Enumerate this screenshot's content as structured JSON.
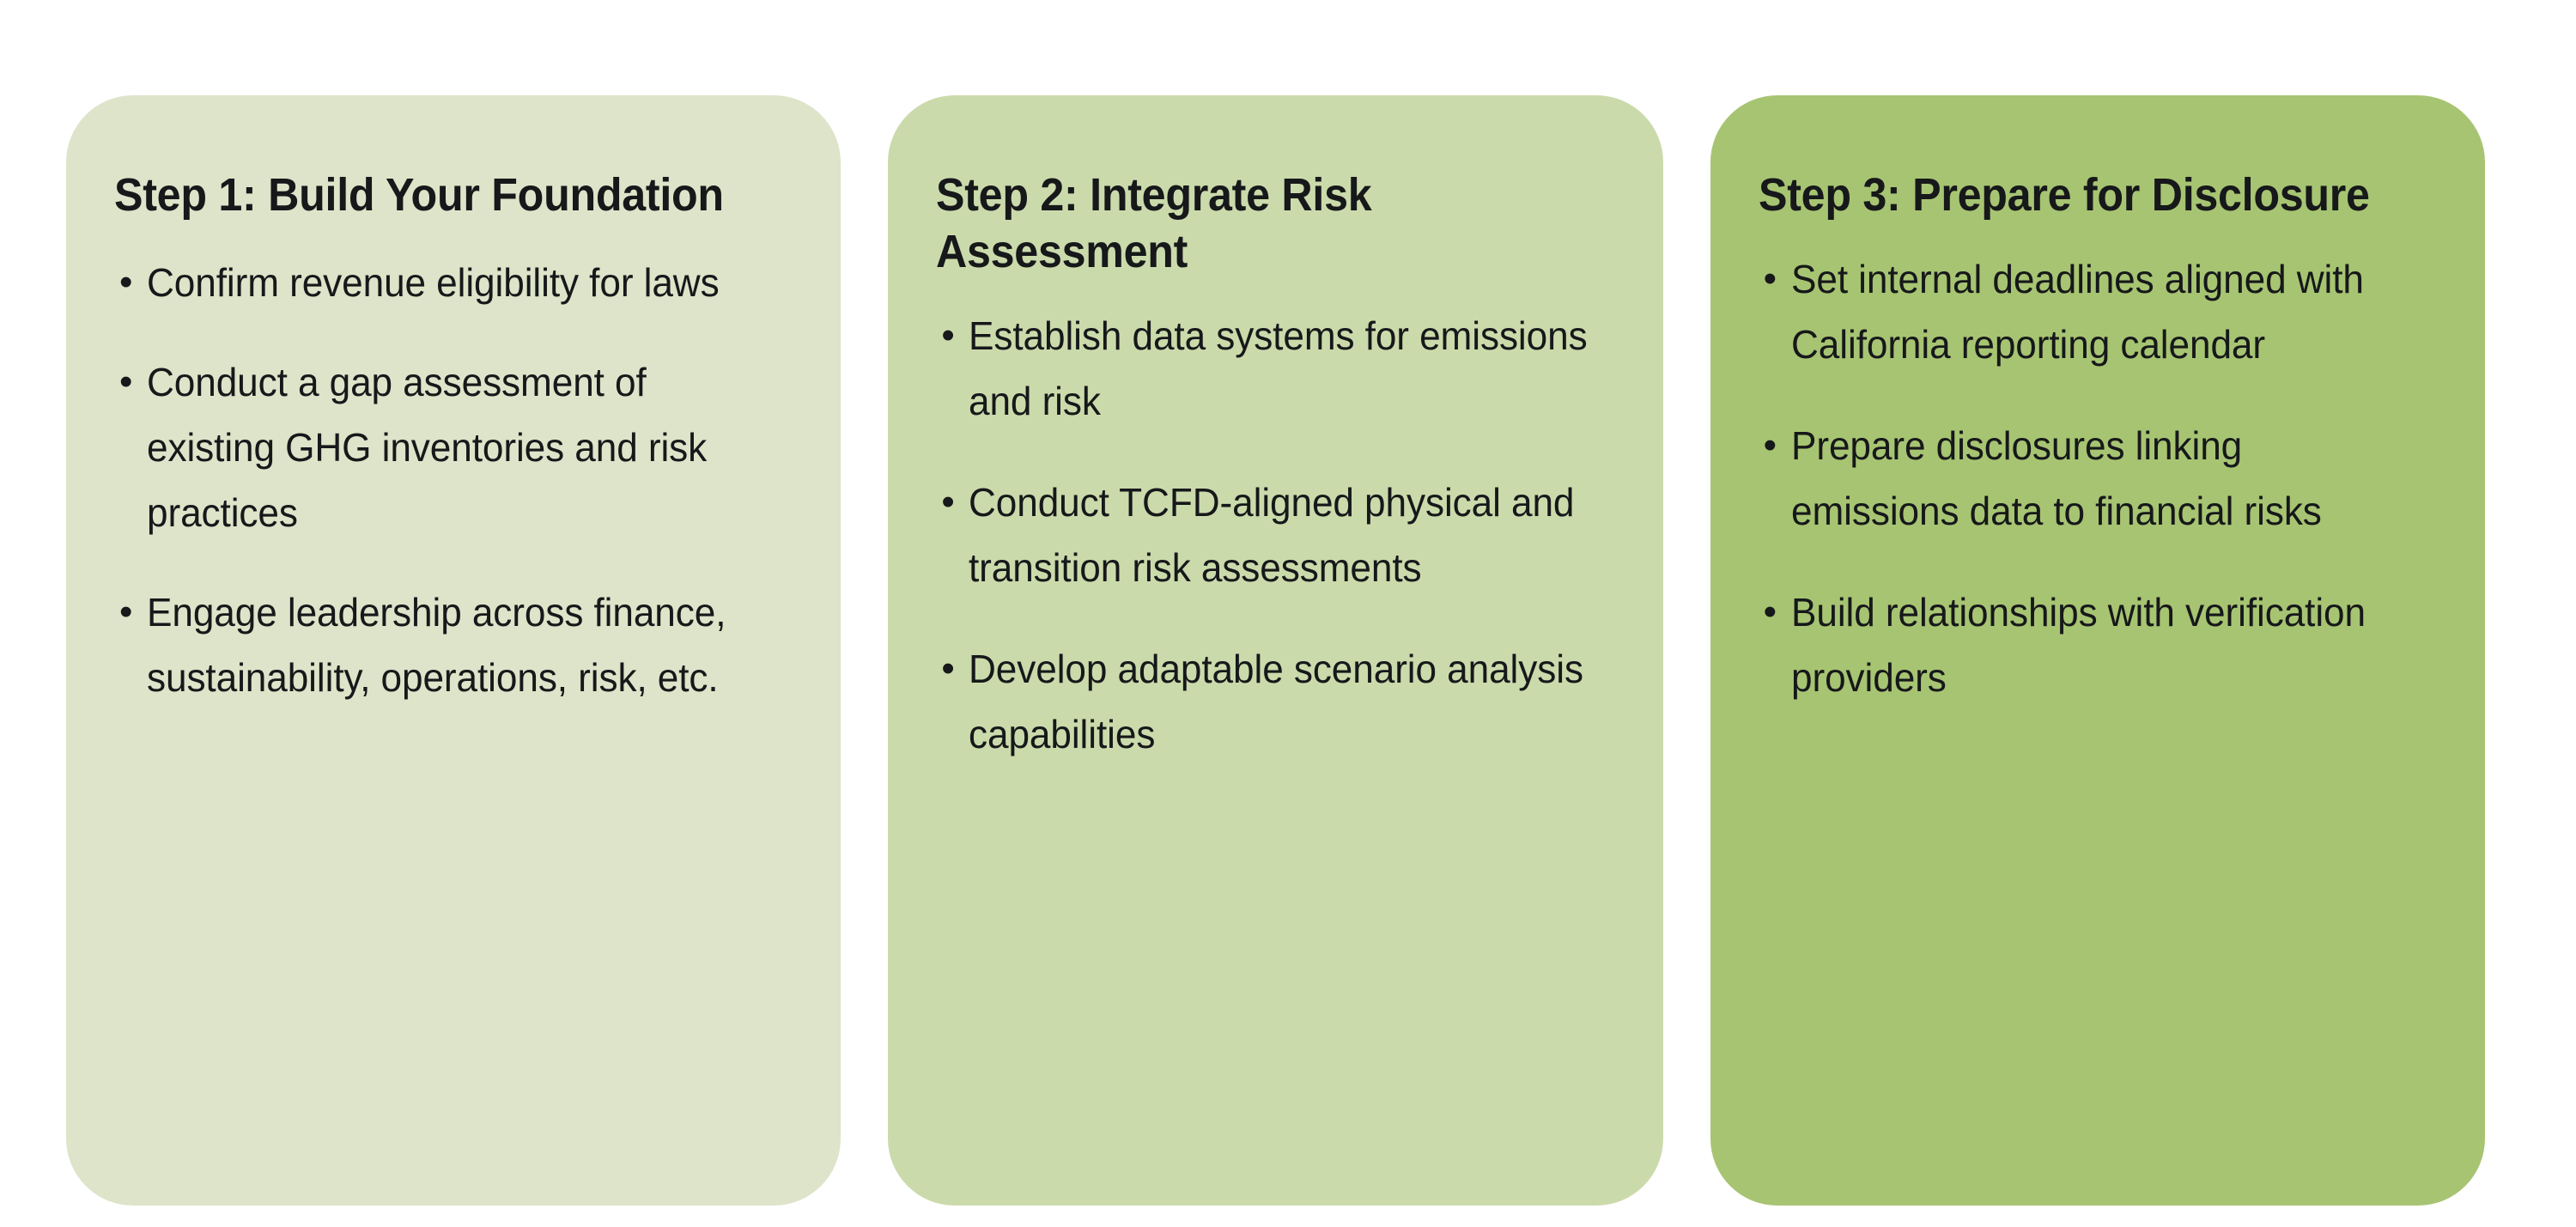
{
  "diagram": {
    "type": "three-step-process-cards",
    "background_color": "#ffffff",
    "bullet_glyph": "•",
    "cards": [
      {
        "id": "step-1",
        "title": "Step 1: Build Your Foundation",
        "background_color": "#dde4c9",
        "text_color": "#16181a",
        "bullets": [
          "Confirm revenue eligibility for laws",
          "Conduct a gap assessment of existing GHG inventories and risk practices",
          "Engage leadership across finance, sustainability, operations, risk, etc."
        ]
      },
      {
        "id": "step-2",
        "title": "Step 2: Integrate Risk Assessment",
        "background_color": "#cbdaab",
        "text_color": "#16181a",
        "bullets": [
          "Establish data systems for emissions and risk",
          "Conduct TCFD-aligned physical and transition risk assessments",
          "Develop adaptable scenario analysis capabilities"
        ]
      },
      {
        "id": "step-3",
        "title": "Step 3: Prepare for Disclosure",
        "background_color": "#a7c472",
        "text_color": "#16181a",
        "bullets": [
          "Set internal deadlines aligned with California reporting calendar",
          "Prepare disclosures linking emissions data to financial risks",
          "Build relationships with verification providers"
        ]
      }
    ]
  }
}
